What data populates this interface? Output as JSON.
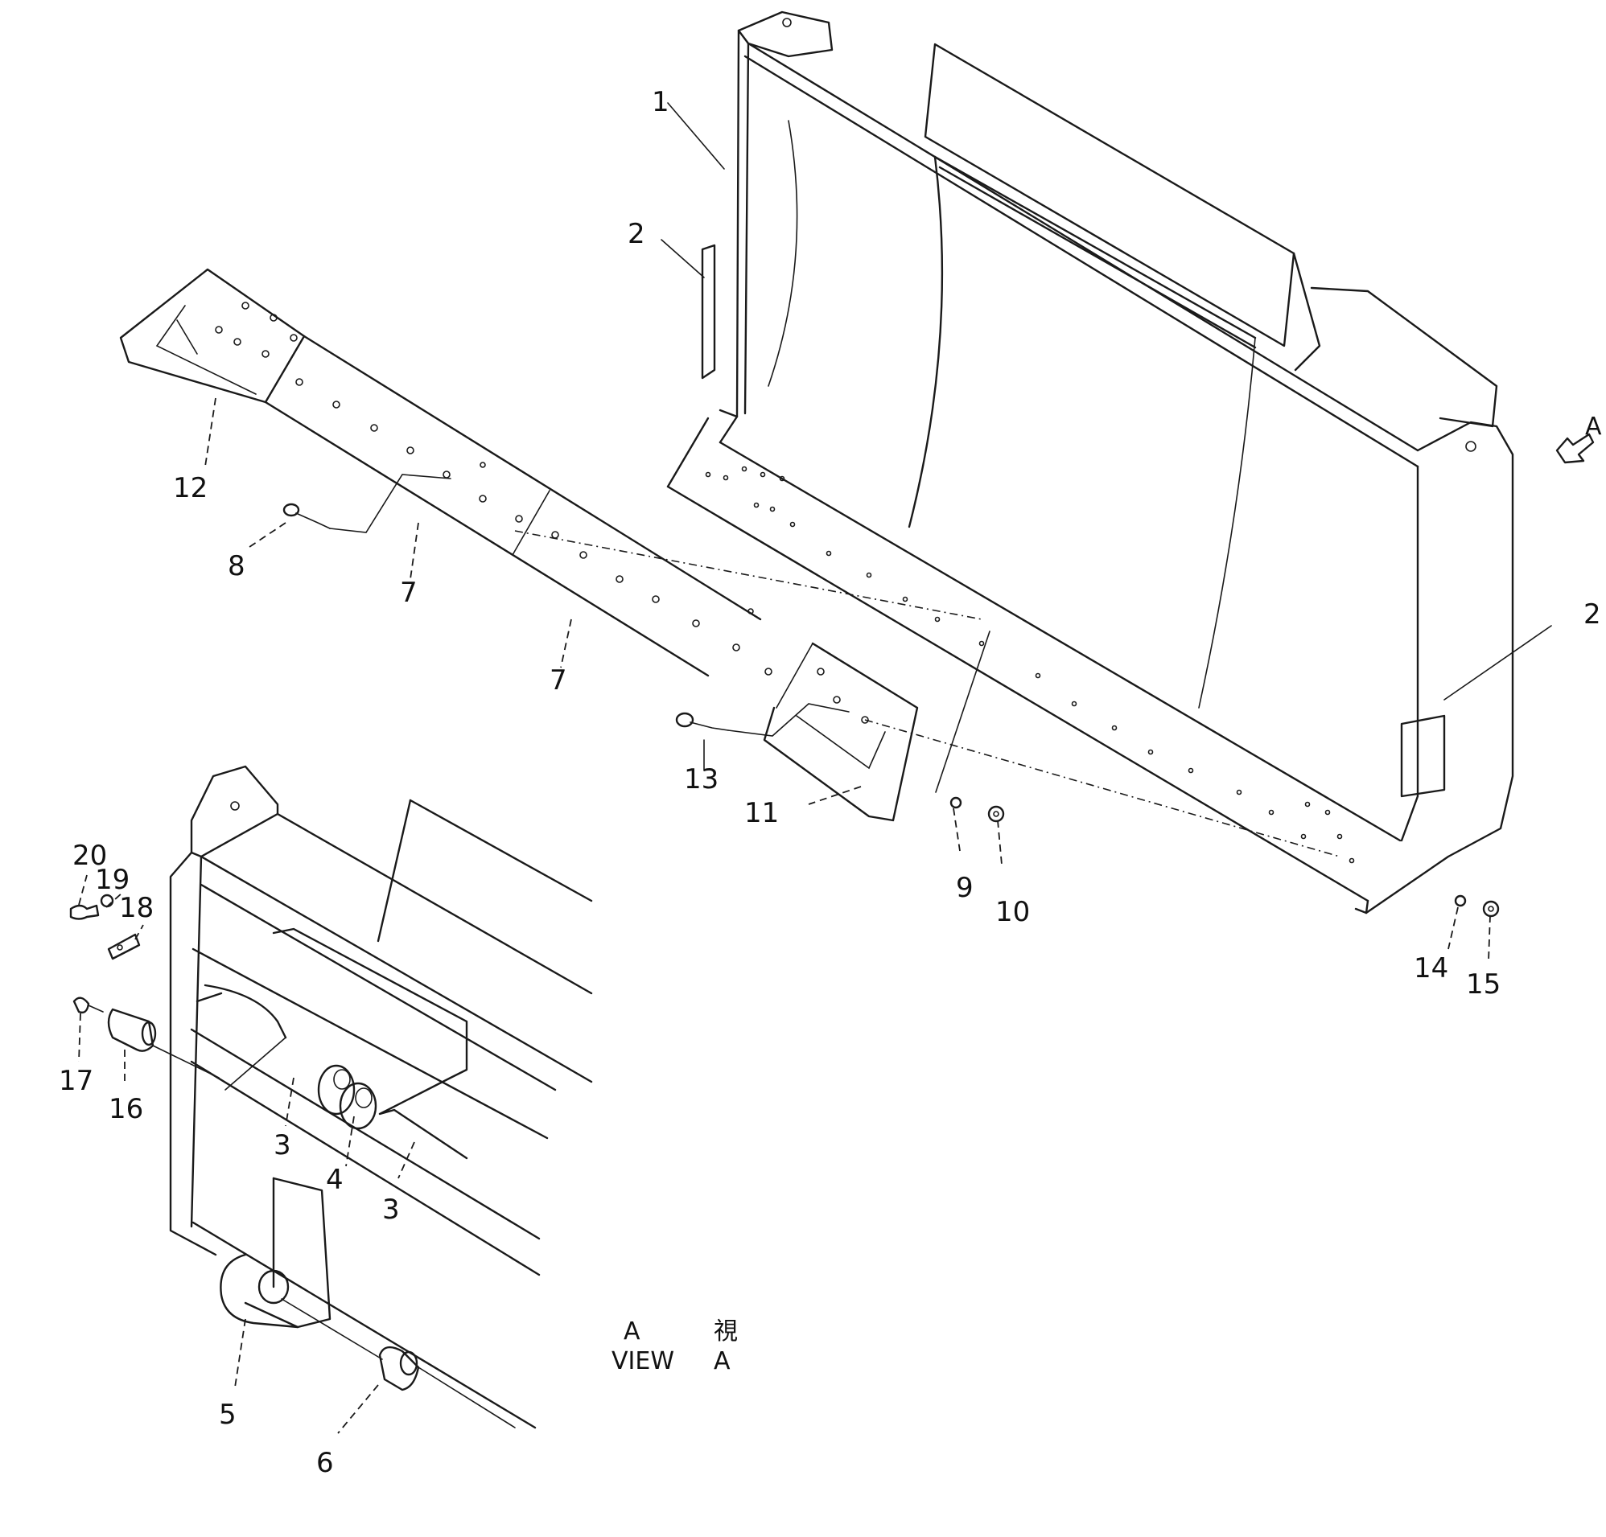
{
  "callouts": [
    {
      "id": "c1",
      "text": "1"
    },
    {
      "id": "c2a",
      "text": "2"
    },
    {
      "id": "c2b",
      "text": "2"
    },
    {
      "id": "c3a",
      "text": "3"
    },
    {
      "id": "c3b",
      "text": "3"
    },
    {
      "id": "c4",
      "text": "4"
    },
    {
      "id": "c5",
      "text": "5"
    },
    {
      "id": "c6",
      "text": "6"
    },
    {
      "id": "c7a",
      "text": "7"
    },
    {
      "id": "c7b",
      "text": "7"
    },
    {
      "id": "c8",
      "text": "8"
    },
    {
      "id": "c9",
      "text": "9"
    },
    {
      "id": "c10",
      "text": "10"
    },
    {
      "id": "c11",
      "text": "11"
    },
    {
      "id": "c12",
      "text": "12"
    },
    {
      "id": "c13",
      "text": "13"
    },
    {
      "id": "c14",
      "text": "14"
    },
    {
      "id": "c15",
      "text": "15"
    },
    {
      "id": "c16",
      "text": "16"
    },
    {
      "id": "c17",
      "text": "17"
    },
    {
      "id": "c18",
      "text": "18"
    },
    {
      "id": "c19",
      "text": "19"
    },
    {
      "id": "c20",
      "text": "20"
    }
  ],
  "view_arrow_label": "A",
  "view_caption": {
    "line1_left": "A",
    "line1_right": "視",
    "line2_left": "VIEW",
    "line2_right": "A"
  }
}
